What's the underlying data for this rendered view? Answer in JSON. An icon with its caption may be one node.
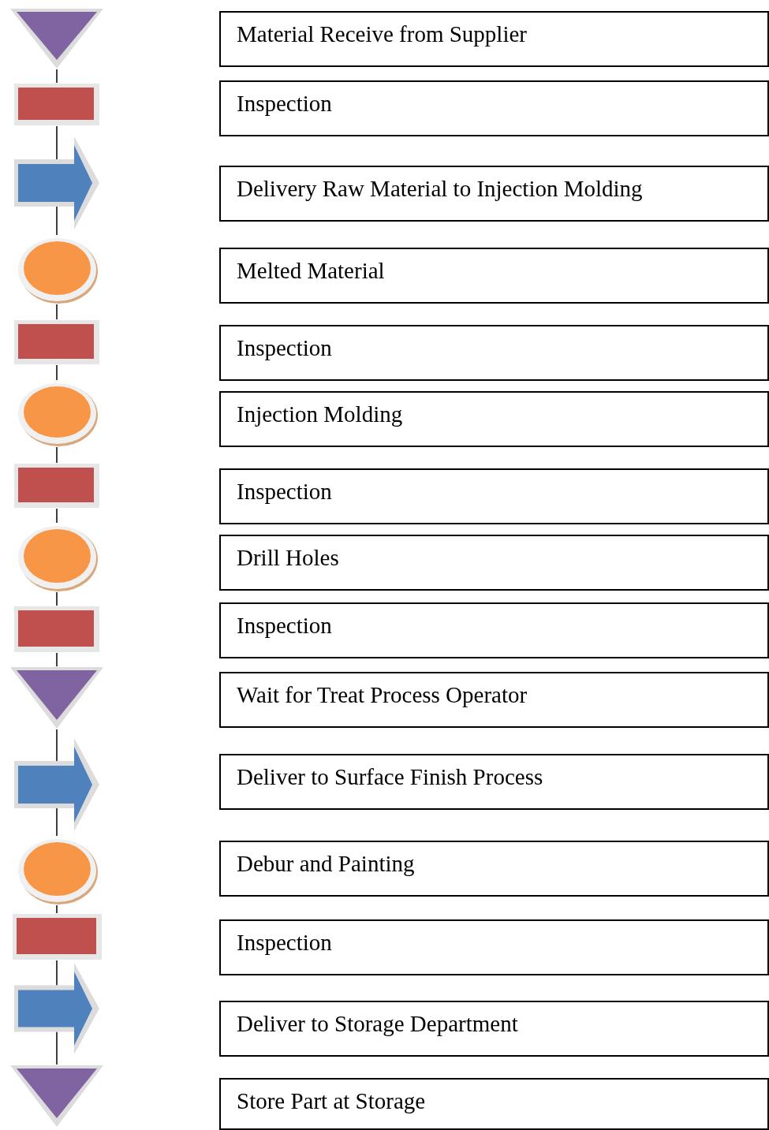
{
  "diagram": {
    "nodes": [
      {
        "text": [],
        "shape": "triangle"
      },
      {
        "text": [],
        "shape": "box"
      },
      {
        "text": [],
        "shape": "arrow"
      },
      {
        "text": [],
        "shape": "circle"
      },
      {
        "text": [],
        "shape": "box"
      },
      {
        "text": [],
        "shape": "circle"
      },
      {
        "text": [],
        "shape": "box"
      },
      {
        "text": [],
        "shape": "circle"
      },
      {
        "text": [],
        "shape": "box"
      },
      {
        "text": [],
        "shape": "triangle"
      },
      {
        "text": [],
        "shape": "arrow"
      },
      {
        "text": [],
        "shape": "circle"
      },
      {
        "text": [],
        "shape": "box"
      },
      {
        "text": [],
        "shape": "arrow"
      },
      {
        "text": [],
        "shape": "triangle"
      },
      {
        "text": [
          "Material Receive from Supplier"
        ]
      },
      {
        "text": [
          "Inspection"
        ]
      },
      {
        "text": [
          "Delivery Raw Material to Injection Molding"
        ]
      },
      {
        "text": [
          "Melted Material"
        ]
      },
      {
        "text": [
          "Inspection"
        ]
      },
      {
        "text": [
          "Injection Molding"
        ]
      },
      {
        "text": [
          "Inspection"
        ]
      },
      {
        "text": [
          "Drill Holes"
        ]
      },
      {
        "text": [
          "Inspection"
        ]
      },
      {
        "text": [
          "Wait for Treat Process Operator"
        ]
      },
      {
        "text": [
          "Deliver to Surface Finish Process"
        ]
      },
      {
        "text": [
          "Debur and Painting"
        ]
      },
      {
        "text": [
          "Inspection"
        ]
      },
      {
        "text": [
          "Deliver to Storage Department"
        ]
      },
      {
        "text": [
          "Store Part at Storage"
        ]
      }
    ],
    "edges": [
      {
        "from": 0,
        "to": 1,
        "arrow": "none"
      },
      {
        "from": 1,
        "to": 2,
        "arrow": "none"
      },
      {
        "from": 2,
        "to": 3,
        "arrow": "none"
      },
      {
        "from": 3,
        "to": 4,
        "arrow": "none"
      },
      {
        "from": 4,
        "to": 5,
        "arrow": "none"
      },
      {
        "from": 5,
        "to": 6,
        "arrow": "none"
      },
      {
        "from": 6,
        "to": 7,
        "arrow": "none"
      },
      {
        "from": 7,
        "to": 8,
        "arrow": "none"
      },
      {
        "from": 8,
        "to": 9,
        "arrow": "none"
      },
      {
        "from": 9,
        "to": 10,
        "arrow": "none"
      },
      {
        "from": 10,
        "to": 11,
        "arrow": "none"
      },
      {
        "from": 11,
        "to": 12,
        "arrow": "none"
      },
      {
        "from": 12,
        "to": 13,
        "arrow": "none"
      },
      {
        "from": 13,
        "to": 14,
        "arrow": "none"
      }
    ]
  }
}
